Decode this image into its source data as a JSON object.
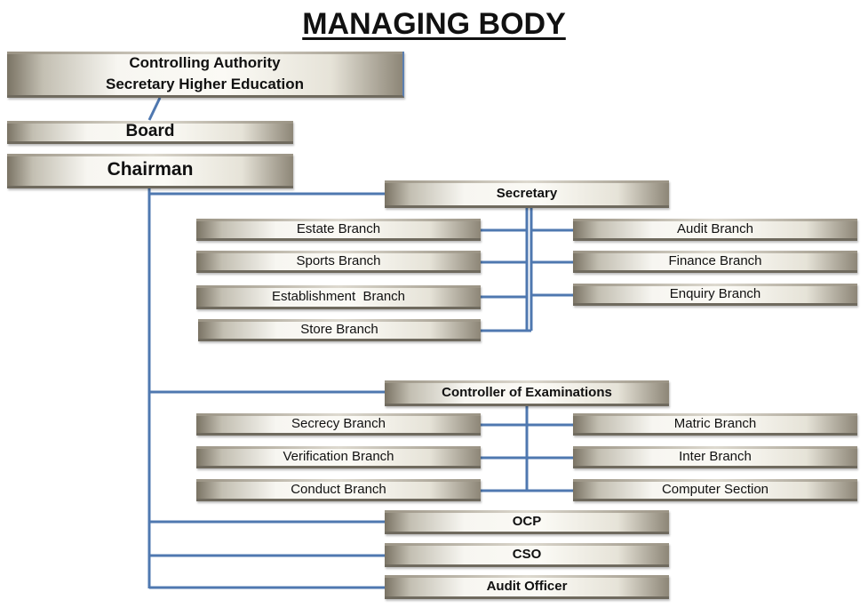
{
  "title": "MANAGING BODY",
  "controlling_authority": {
    "line1": "Controlling Authority",
    "line2": "Secretary Higher Education"
  },
  "board": "Board",
  "chairman": "Chairman",
  "secretary": {
    "label": "Secretary",
    "left_branches": [
      "Estate Branch",
      "Sports Branch",
      "Establishment  Branch",
      "Store Branch"
    ],
    "right_branches": [
      "Audit Branch",
      "Finance Branch",
      "Enquiry Branch"
    ]
  },
  "controller": {
    "label": "Controller of Examinations",
    "left_branches": [
      "Secrecy Branch",
      "Verification Branch",
      "Conduct Branch"
    ],
    "right_branches": [
      "Matric Branch",
      "Inter Branch",
      "Computer Section"
    ]
  },
  "others": [
    "OCP",
    "CSO",
    "Audit Officer"
  ],
  "colors": {
    "connector": "#4f78b0",
    "box_edge": "#7a7364"
  }
}
